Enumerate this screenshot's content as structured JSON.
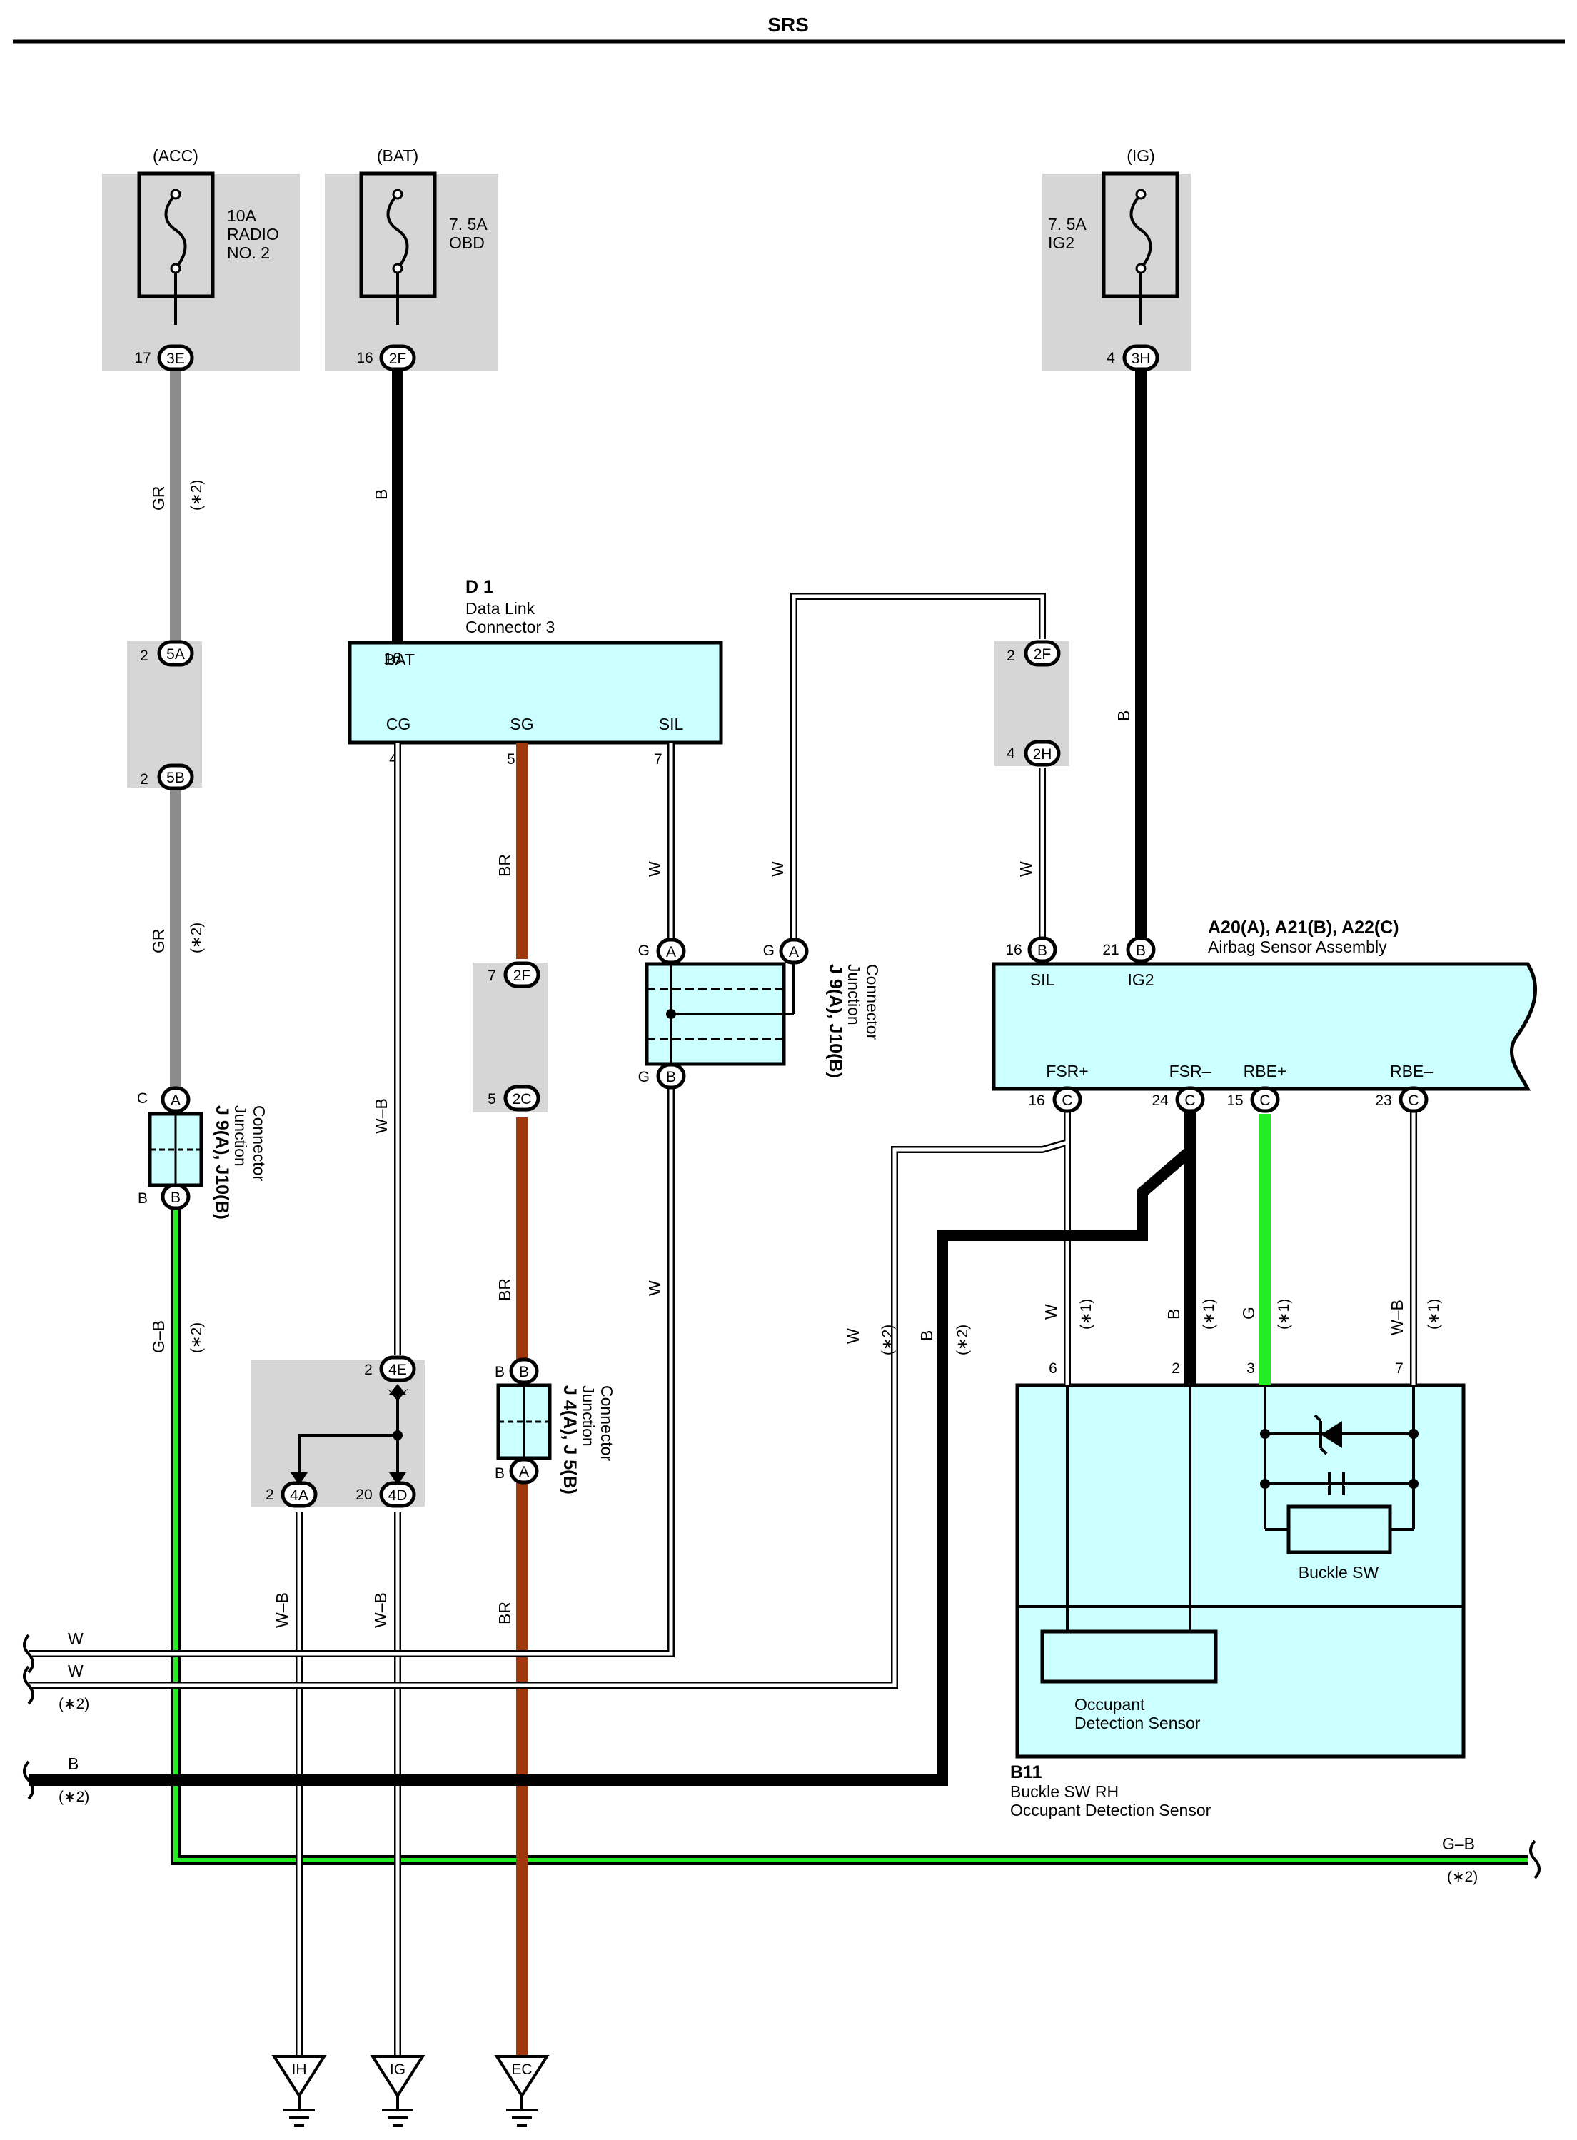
{
  "header": {
    "title": "SRS"
  },
  "fuses": [
    {
      "source": "(ACC)",
      "rating": "10A",
      "name": "RADIO NO. 2",
      "line1": "10A",
      "line2": "RADIO",
      "line3": "NO. 2",
      "pin": "17",
      "conn": "3E"
    },
    {
      "source": "(BAT)",
      "rating": "7. 5A",
      "name": "OBD",
      "line1": "7. 5A",
      "line2": "OBD",
      "line3": "",
      "pin": "16",
      "conn": "2F"
    },
    {
      "source": "(IG)",
      "rating": "7. 5A",
      "name": "IG2",
      "line1": "7. 5A",
      "line2": "IG2",
      "line3": "",
      "pin": "4",
      "conn": "3H"
    }
  ],
  "colors": {
    "GR": "#8c8c8c",
    "B": "#000000",
    "BR": "#a0380e",
    "G": "#22ee22",
    "box_fill": "#ccffff",
    "gray_panel": "#d6d6d6"
  },
  "components": {
    "dlc": {
      "code": "D 1",
      "name1": "Data Link",
      "name2": "Connector 3",
      "bat": "BAT",
      "cg": "CG",
      "sg": "SG",
      "sil": "SIL",
      "pin_bat": "16",
      "pin_cg": "4",
      "pin_sg": "5",
      "pin_sil": "7"
    },
    "airbag": {
      "code": "A20(A), A21(B), A22(C)",
      "name": "Airbag Sensor Assembly",
      "sil": "SIL",
      "ig2": "IG2",
      "fsrp": "FSR+",
      "fsrm": "FSR–",
      "rbep": "RBE+",
      "rbem": "RBE–",
      "pin_sil": "16",
      "pin_ig2": "21",
      "pin_fsrp": "16",
      "pin_fsrm": "24",
      "pin_rbep": "15",
      "pin_rbem": "23"
    },
    "buckle": {
      "code": "B11",
      "name1": "Buckle SW RH",
      "name2": "Occupant Detection Sensor",
      "sw_label": "Buckle SW",
      "ods_line1": "Occupant",
      "ods_line2": "Detection Sensor",
      "pin_w": "6",
      "pin_b": "2",
      "pin_g": "3",
      "pin_wb": "7"
    },
    "jc_left": {
      "code": "J 9(A), J10(B)",
      "label1": "Junction",
      "label2": "Connector",
      "top_letter": "C",
      "bot_letter": "B",
      "top_conn": "A",
      "bot_conn": "B"
    },
    "jc_mid": {
      "code": "J 9(A), J10(B)",
      "label1": "Junction",
      "label2": "Connector",
      "g": "G"
    },
    "jc_j4": {
      "code": "J 4(A), J 5(B)",
      "label1": "Junction",
      "label2": "Connector",
      "b": "B"
    }
  },
  "connectors": {
    "c5a": {
      "pin": "2",
      "conn": "5A"
    },
    "c5b": {
      "pin": "2",
      "conn": "5B"
    },
    "c2f_top": {
      "pin": "2",
      "conn": "2F"
    },
    "c2h": {
      "pin": "4",
      "conn": "2H"
    },
    "c2f_mid": {
      "pin": "7",
      "conn": "2F"
    },
    "c2c": {
      "pin": "5",
      "conn": "2C"
    },
    "c4e": {
      "pin": "2",
      "conn": "4E"
    },
    "c4a": {
      "pin": "2",
      "conn": "4A"
    },
    "c4d": {
      "pin": "20",
      "conn": "4D"
    }
  },
  "wires": {
    "gr": "GR",
    "b": "B",
    "br": "BR",
    "w": "W",
    "wb": "W–B",
    "g": "G",
    "gb": "G–B",
    "note1": "(∗1)",
    "note2": "(∗2)"
  },
  "grounds": [
    "IH",
    "IG",
    "EC"
  ]
}
